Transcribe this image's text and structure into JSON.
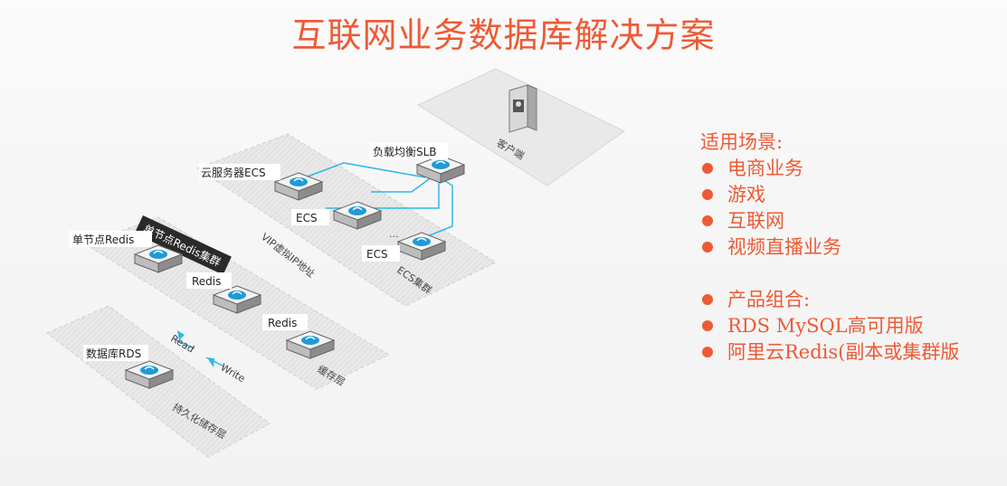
{
  "title": "互联网业务数据库解决方案",
  "diagram": {
    "client": "客户端",
    "slb": "负载均衡SLB",
    "ecs_server": "云服务器ECS",
    "ecs_a": "ECS",
    "ecs_b": "ECS",
    "ecs_dots": "...",
    "ecs_cluster": "ECS集群",
    "vip": "VIP虚拟IP地址",
    "redis_cluster": "单节点Redis集群",
    "redis_single": "单节点Redis",
    "redis_a": "Redis",
    "redis_b": "Redis",
    "cache_layer": "缓存层",
    "rds": "数据库RDS",
    "read": "Read",
    "write": "Write",
    "storage_layer": "持久化储存层"
  },
  "panel": {
    "scenarios_heading": "适用场景:",
    "scenarios": [
      "电商业务",
      "游戏",
      "互联网",
      "视频直播业务"
    ],
    "products_heading": "产品组合:",
    "products": [
      "RDS MySQL高可用版",
      "阿里云Redis(副本或集群版"
    ]
  },
  "colors": {
    "accent": "#ee5a35",
    "connector": "#2eb8e6"
  }
}
